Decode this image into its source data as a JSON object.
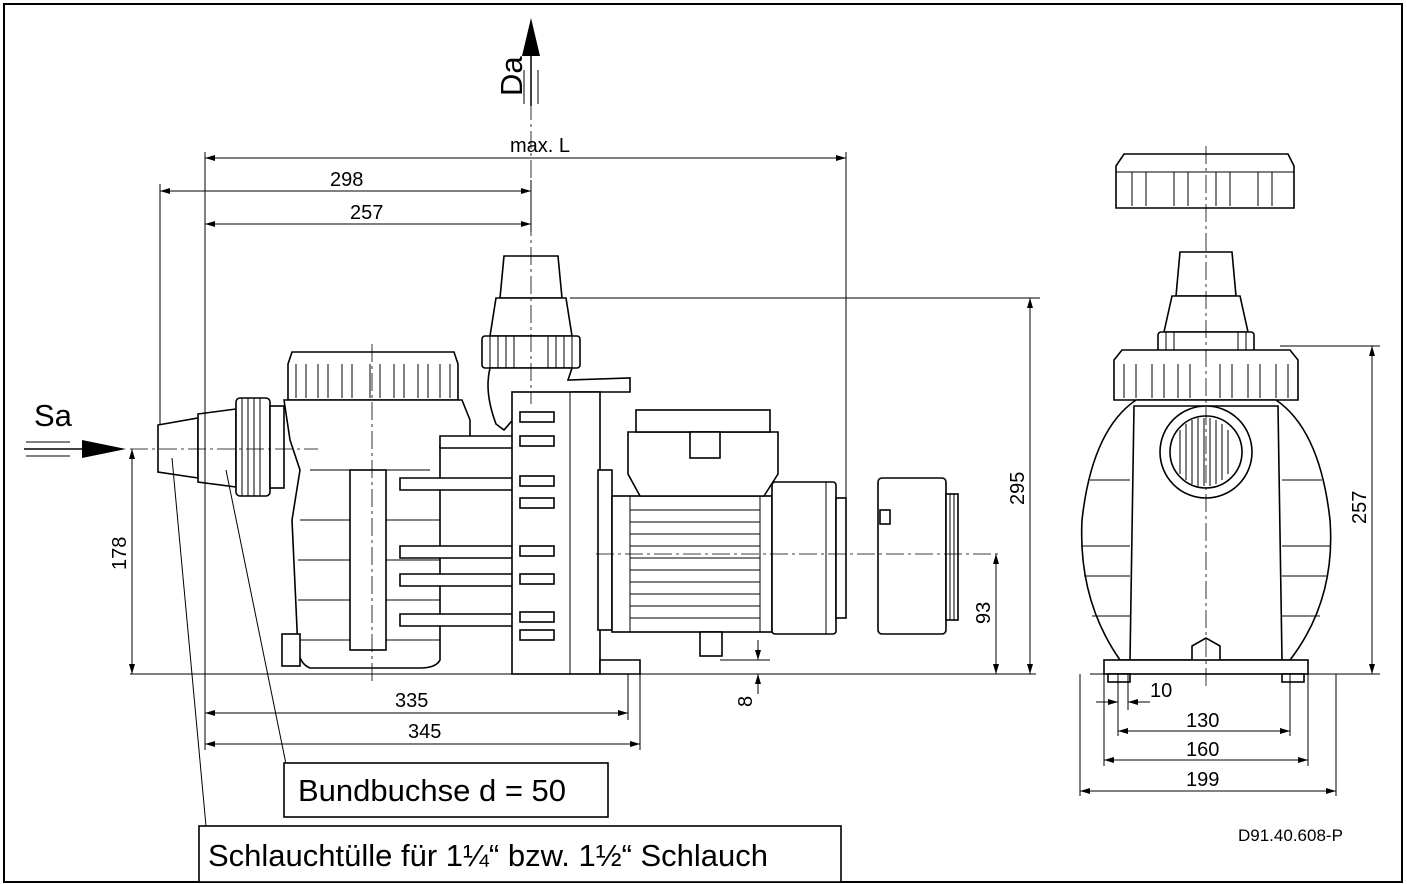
{
  "labels": {
    "outlet": "Da",
    "inlet": "Sa",
    "max_length": "max. L",
    "drawing_number": "D91.40.608-P"
  },
  "dimensions": {
    "d298": "298",
    "d257_top": "257",
    "d295": "295",
    "d178": "178",
    "d93": "93",
    "d8": "8",
    "d335": "335",
    "d345": "345",
    "d10": "10",
    "d130": "130",
    "d160": "160",
    "d199": "199",
    "d257_side": "257"
  },
  "callouts": {
    "flange_socket": "Bundbuchse d = 50",
    "hose_nozzle": "Schlauchtülle für 1¼“ bzw. 1½“ Schlauch"
  }
}
